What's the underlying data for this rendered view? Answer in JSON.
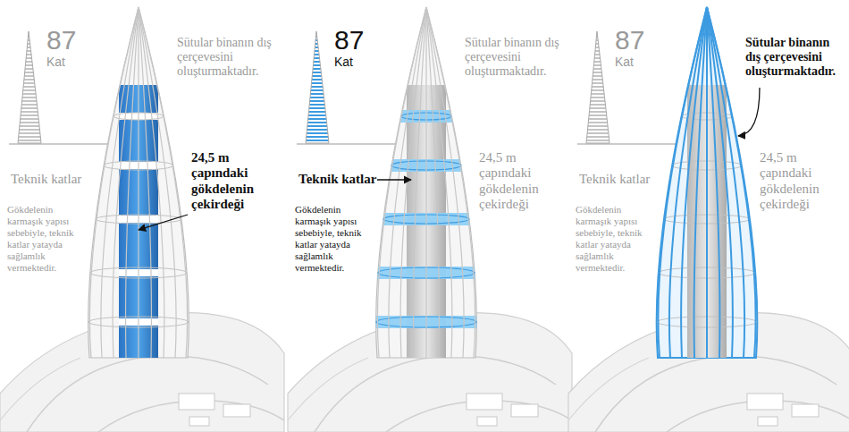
{
  "diagram": {
    "labels": [
      "87",
      "Kat",
      "Sütular binanın dış çerçevesini oluşturmaktadır.",
      "Teknik katlar",
      "Gökdelenin karmaşık yapısı sebebiyle, teknik katlar yatayda sağlamlık vermektedir.",
      "24,5 m çapındaki gökdelenin çekirdeği",
      "87",
      "Kat",
      "Sütular binanın dış çerçevesini oluşturmaktadır.",
      "Teknik katlar",
      "Gökdelenin karmaşık yapısı sebebiyle, teknik katlar yatayda sağlamlık vermektedir.",
      "24,5 m çapındaki gökdelenin çekirdeği",
      "87",
      "Kat",
      "Sütular binanın dış çerçevesini oluşturmaktadır.",
      "Teknik katlar",
      "Gökdelenin karmaşık yapısı sebebiyle, teknik katlar yatayda sağlamlık vermektedir.",
      "24,5 m çapındaki gökdelenin çekirdeği"
    ]
  }
}
